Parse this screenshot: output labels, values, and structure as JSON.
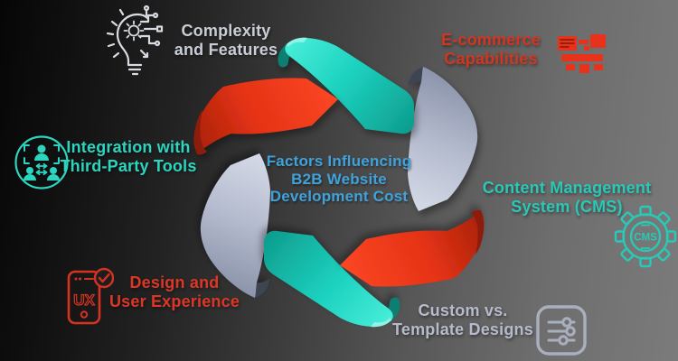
{
  "title": {
    "lines": [
      "Factors Influencing",
      "B2B Website",
      "Development Cost"
    ],
    "color": "#3FA2DB"
  },
  "factors": [
    {
      "name": "complexity-and-features",
      "lines": [
        "Complexity",
        "and Features"
      ],
      "color": "#C9CDD5",
      "icon": "lightbulb-circuit-icon",
      "icon_color": "#D8DBE1"
    },
    {
      "name": "e-commerce-capabilities",
      "lines": [
        "E-commerce",
        "Capabilities"
      ],
      "color": "#D23620",
      "icon": "online-store-icon",
      "icon_color": "#E8331A"
    },
    {
      "name": "integration-with-third-party-tools",
      "lines": [
        "Integration with",
        "Third-Party Tools"
      ],
      "color": "#2BD5BF",
      "icon": "team-network-icon",
      "icon_color": "#2BD5BF"
    },
    {
      "name": "content-management-system",
      "lines": [
        "Content Management",
        "System (CMS)"
      ],
      "color": "#2AC8B6",
      "icon": "cms-gear-icon",
      "icon_color": "#2AC8B6",
      "icon_text": "CMS"
    },
    {
      "name": "design-and-user-experience",
      "lines": [
        "Design and",
        "User Experience"
      ],
      "color": "#DC3726",
      "icon": "ux-phone-icon",
      "icon_color": "#D63222",
      "icon_text": "UX"
    },
    {
      "name": "custom-vs-template-designs",
      "lines": [
        "Custom vs.",
        "Template Designs"
      ],
      "color": "#B5BBCA",
      "icon": "design-sliders-icon",
      "icon_color": "#A9AFBD"
    }
  ],
  "ribbons": {
    "teal": {
      "light": "#4AEFDA",
      "mid": "#1DD2C0",
      "dark": "#0E9D8E",
      "curl": "#0A7E72",
      "lip": "#93F2E5"
    },
    "red": {
      "light": "#FC4824",
      "mid": "#E63316",
      "dark": "#A42108",
      "curl": "#8E1D07"
    },
    "gray": {
      "light": "#D3D8E6",
      "mid": "#B3BACD",
      "dark": "#8C94AB",
      "curl": "#3E4452"
    }
  },
  "background": {
    "left": "#060606",
    "right": "#7B7B7B"
  }
}
